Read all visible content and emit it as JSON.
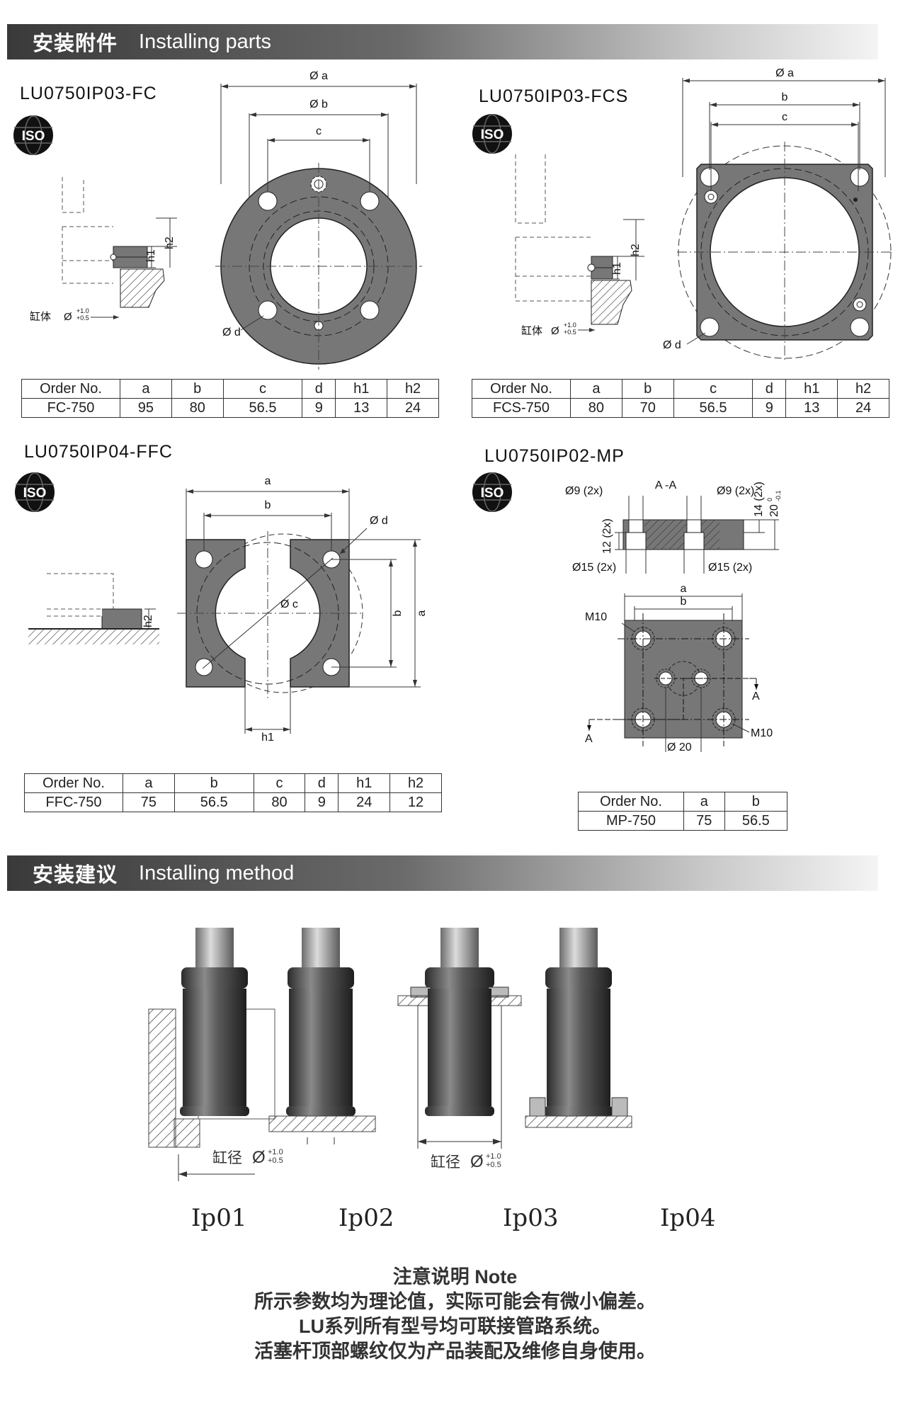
{
  "sections": {
    "parts": {
      "cn": "安装附件",
      "en": "Installing parts"
    },
    "method": {
      "cn": "安装建议",
      "en": "Installing method"
    }
  },
  "iso_badge": "ISO",
  "parts": {
    "fc": {
      "model": "LU0750IP03-FC",
      "header": [
        "Order No.",
        "a",
        "b",
        "c",
        "d",
        "h1",
        "h2"
      ],
      "row": [
        "FC-750",
        "95",
        "80",
        "56.5",
        "9",
        "13",
        "24"
      ],
      "labels": {
        "a": "Ø a",
        "b": "Ø b",
        "c": "c",
        "d": "Ø d",
        "h1": "h1",
        "h2": "h2",
        "cyl": "缸体",
        "dia": "Ø",
        "tol_up": "+1.0",
        "tol_lo": "+0.5"
      }
    },
    "fcs": {
      "model": "LU0750IP03-FCS",
      "header": [
        "Order No.",
        "a",
        "b",
        "c",
        "d",
        "h1",
        "h2"
      ],
      "row": [
        "FCS-750",
        "80",
        "70",
        "56.5",
        "9",
        "13",
        "24"
      ],
      "labels": {
        "a": "Ø a",
        "b": "b",
        "c": "c",
        "d": "Ø d",
        "h1": "h1",
        "h2": "h2",
        "cyl": "缸体",
        "dia": "Ø",
        "tol_up": "+1.0",
        "tol_lo": "+0.5"
      }
    },
    "ffc": {
      "model": "LU0750IP04-FFC",
      "header": [
        "Order No.",
        "a",
        "b",
        "c",
        "d",
        "h1",
        "h2"
      ],
      "row": [
        "FFC-750",
        "75",
        "56.5",
        "80",
        "9",
        "24",
        "12"
      ],
      "labels": {
        "a": "a",
        "b": "b",
        "c": "Ø c",
        "d": "Ø d",
        "h1": "h1",
        "h2": "h2"
      }
    },
    "mp": {
      "model": "LU0750IP02-MP",
      "header": [
        "Order No.",
        "a",
        "b"
      ],
      "row": [
        "MP-750",
        "75",
        "56.5"
      ],
      "labels": {
        "d9_left": "Ø9 (2x)",
        "aa": "A -A",
        "d9_right": "Ø9 (2x)",
        "h14": "14 (2x)",
        "h20": "20",
        "h20_tol_up": "0",
        "h20_tol_lo": "-0.1",
        "h12": "12 (2x)",
        "d15_left": "Ø15 (2x)",
        "d15_right": "Ø15 (2x)",
        "a": "a",
        "b": "b",
        "m10_top": "M10",
        "m10_bottom": "M10",
        "a_mark": "A",
        "d20": "Ø 20"
      }
    }
  },
  "methods": [
    {
      "label": "Ip01"
    },
    {
      "label": "Ip02"
    },
    {
      "label": "Ip03"
    },
    {
      "label": "Ip04"
    }
  ],
  "method_labels": {
    "bore": "缸径",
    "dia": "Ø",
    "tol_up": "+1.0",
    "tol_lo": "+0.5"
  },
  "note": {
    "title": "注意说明 Note",
    "lines": [
      "所示参数均为理论值，实际可能会有微小偏差。",
      "LU系列所有型号均可联接管路系统。",
      "活塞杆顶部螺纹仅为产品装配及维修自身使用。"
    ]
  }
}
